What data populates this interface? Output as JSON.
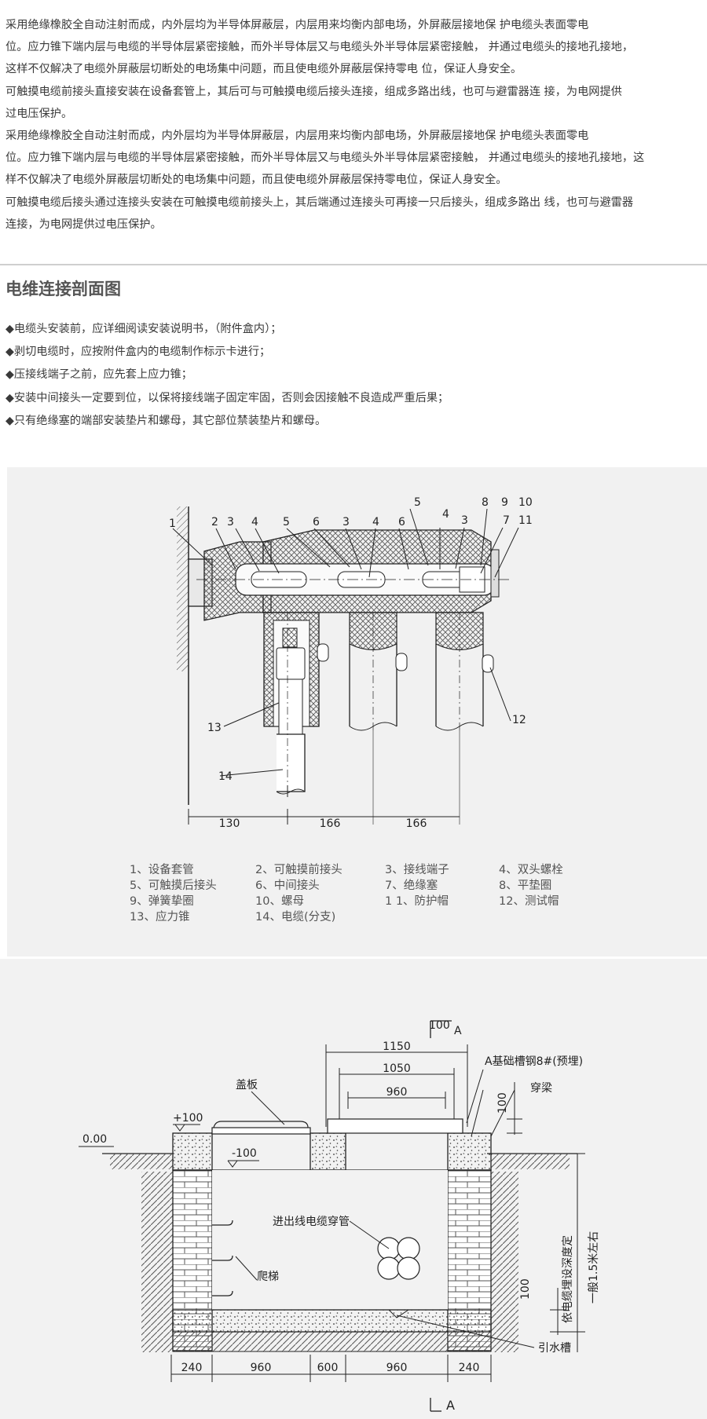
{
  "intro_lines": [
    "采用绝缘橡胶全自动注射而成，内外层均为半导体屏蔽层，内层用来均衡内部电场，外屏蔽层接地保 护电缆头表面零电",
    "位。应力锥下端内层与电缆的半导体层紧密接触，而外半导体层又与电缆头外半导体层紧密接触， 并通过电缆头的接地孔接地，",
    "这样不仅解决了电缆外屏蔽层切断处的电场集中问题，而且使电缆外屏蔽层保持零电 位，保证人身安全。",
    "可触摸电缆前接头直接安装在设备套管上，其后可与可触摸电缆后接头连接，组成多路出线，也可与避雷器连 接，为电网提供",
    "过电压保护。",
    "采用绝缘橡胶全自动注射而成，内外层均为半导体屏蔽层，内层用来均衡内部电场，外屏蔽层接地保 护电缆头表面零电",
    "位。应力锥下端内层与电缆的半导体层紧密接触，而外半导体层又与电缆头外半导体层紧密接触， 并通过电缆头的接地孔接地，这",
    "样不仅解决了电缆外屏蔽层切断处的电场集中问题，而且使电缆外屏蔽层保持零电位，保证人身安全。",
    "可触摸电缆后接头通过连接头安装在可触摸电缆前接头上，其后端通过连接头可再接一只后接头，组成多路出 线，也可与避雷器",
    "连接，为电网提供过电压保护。"
  ],
  "section_title": "电维连接剖面图",
  "notes": [
    "◆电缆头安装前，应详细阅读安装说明书，（附件盒内）；",
    "◆剥切电缆时，应按附件盒内的电缆制作标示卡进行；",
    "◆压接线端子之前，应先套上应力锥；",
    "◆安装中间接头一定要到位，以保将接线端子固定牢固，否则会因接触不良造成严重后果；",
    "◆只有绝缘塞的端部安装垫片和螺母，其它部位禁装垫片和螺母。"
  ],
  "diagram1": {
    "callouts": [
      "1",
      "2",
      "3",
      "4",
      "5",
      "6",
      "3",
      "4",
      "6",
      "5",
      "4",
      "3",
      "8",
      "9",
      "10",
      "7",
      "11",
      "12",
      "13",
      "14"
    ],
    "dims": [
      "130",
      "166",
      "166"
    ],
    "legend": [
      "1、设备套管",
      "2、可触摸前接头",
      "3、接线端子",
      "4、双头螺栓",
      "5、可触摸后接头",
      "6、中间接头",
      "7、绝缘塞",
      "8、平垫圈",
      "9、弹簧挚圈",
      "10、螺母",
      "1 1、防护帽",
      "12、测试帽",
      "13、应力锥",
      "14、电缆(分支)"
    ]
  },
  "diagram2": {
    "labels": {
      "section_top": "100",
      "section_a_top": "A",
      "section_a_bottom": "A",
      "d1150": "1150",
      "d1050": "1050",
      "d960": "960",
      "channel": "A基础槽钢8#(预埋)",
      "beam": "穿梁",
      "cover": "盖板",
      "plus100": "+100",
      "zero": "0.00",
      "minus100": "-100",
      "v100": "100",
      "pipe": "进出线电缆穿管",
      "ladder": "爬梯",
      "drain": "引水槽",
      "v100b": "100",
      "depth1": "依电缆埋设深度定",
      "depth2": "一般1.5米左右"
    },
    "bottom_dims": [
      "240",
      "960",
      "600",
      "960",
      "240"
    ]
  }
}
